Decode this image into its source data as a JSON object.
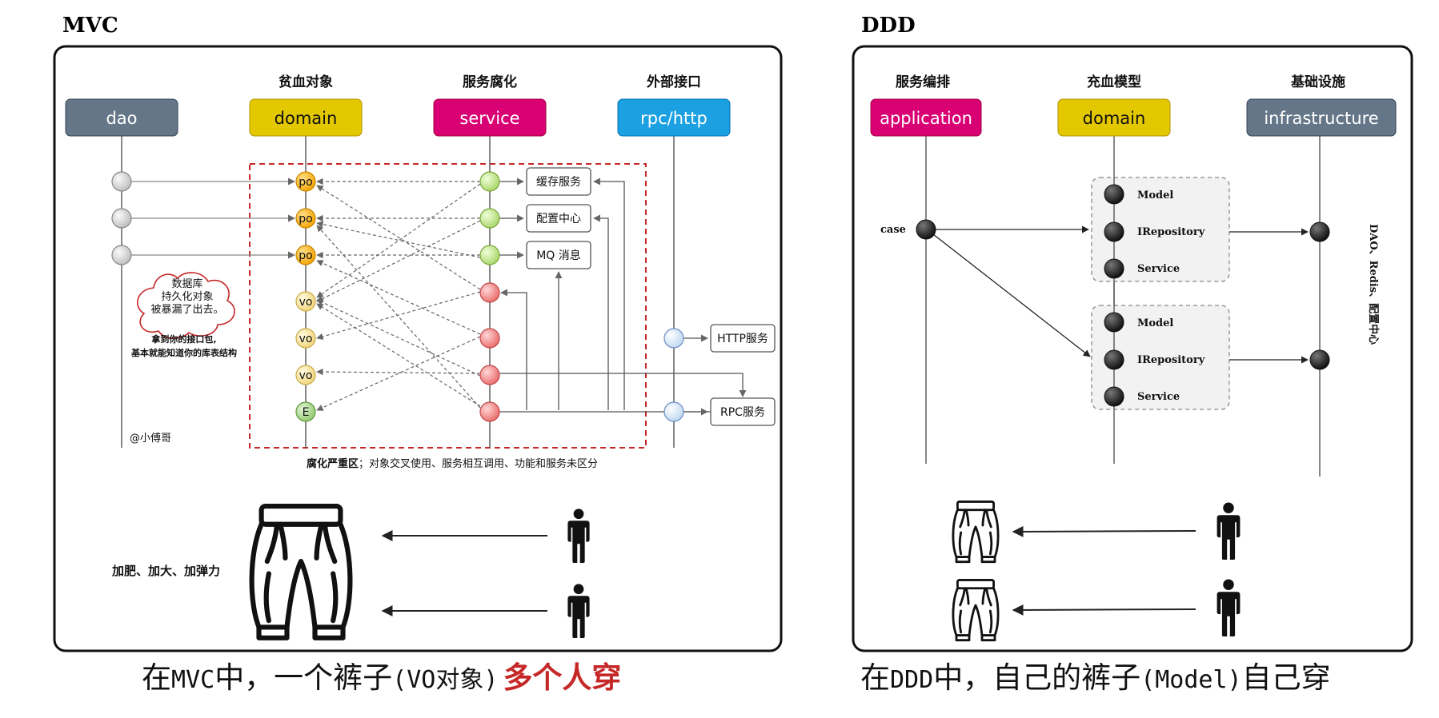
{
  "mvc": {
    "heading": "MVC",
    "layers": [
      {
        "caption": "",
        "label": "dao",
        "color": "#647687"
      },
      {
        "caption": "贫血对象",
        "label": "domain",
        "color": "#e3c800"
      },
      {
        "caption": "服务腐化",
        "label": "service",
        "color": "#d80073"
      },
      {
        "caption": "外部接口",
        "label": "rpc/http",
        "color": "#1ba1e2"
      }
    ],
    "domain_objects": [
      "po",
      "po",
      "po",
      "vo",
      "vo",
      "vo",
      "E"
    ],
    "infra_boxes": [
      "缓存服务",
      "配置中心",
      "MQ 消息"
    ],
    "external_boxes": [
      "HTTP服务",
      "RPC服务"
    ],
    "cloud_text": [
      "数据库",
      "持久化对象",
      "被暴漏了出去。"
    ],
    "note_lines": [
      "拿到你的接口包,",
      "基本就能知道你的库表结构"
    ],
    "author": "@小傅哥",
    "corruption_label_bold": "腐化严重区",
    "corruption_label_rest": "；对象交叉使用、服务相互调用、功能和服务未区分",
    "pants_note": "加肥、加大、加弹力",
    "caption_prefix": "在",
    "caption_mvc": "MVC",
    "caption_mid": "中，一个裤子",
    "caption_code": "(VO对象)",
    "caption_emph": "多个人穿",
    "colors": {
      "emph": "#c62828",
      "dashed": "#c62828"
    }
  },
  "ddd": {
    "heading": "DDD",
    "layers": [
      {
        "caption": "服务编排",
        "label": "application",
        "color": "#d80073"
      },
      {
        "caption": "充血模型",
        "label": "domain",
        "color": "#e3c800"
      },
      {
        "caption": "基础设施",
        "label": "infrastructure",
        "color": "#647687"
      }
    ],
    "case_label": "case",
    "group_items": [
      "Model",
      "IRepository",
      "Service"
    ],
    "infra_vertical": "DAO、Redis、配置中心",
    "caption_prefix": "在",
    "caption_ddd": "DDD",
    "caption_mid": "中，自己的裤子",
    "caption_code": "(Model)",
    "caption_end": "自己穿"
  }
}
